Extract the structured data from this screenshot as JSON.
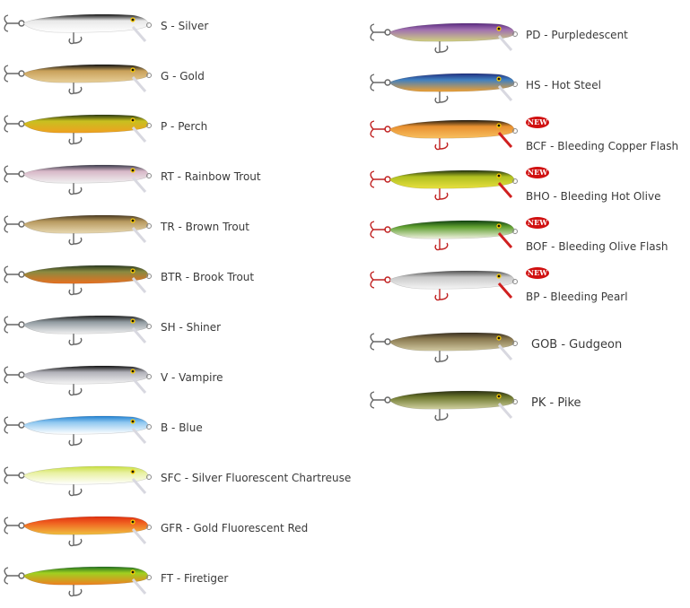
{
  "left_column": [
    {
      "label": "S - Silver",
      "back": "#111111",
      "body": "#e8e8e8",
      "belly": "#ffffff",
      "hook": "#666666"
    },
    {
      "label": "G - Gold",
      "back": "#111111",
      "body": "#c9a15a",
      "belly": "#e8cf98",
      "hook": "#666666"
    },
    {
      "label": "P - Perch",
      "back": "#2a3a10",
      "body": "#c8c020",
      "belly": "#f0a020",
      "hook": "#666666"
    },
    {
      "label": "RT - Rainbow Trout",
      "back": "#3a3a4a",
      "body": "#d8b8c8",
      "belly": "#f0f0f0",
      "hook": "#666666"
    },
    {
      "label": "TR - Brown Trout",
      "back": "#4a3a20",
      "body": "#b89a60",
      "belly": "#e8d8b0",
      "hook": "#666666"
    },
    {
      "label": "BTR - Brook Trout",
      "back": "#2a3a20",
      "body": "#8a8a40",
      "belly": "#e87020",
      "hook": "#666666"
    },
    {
      "label": "SH - Shiner",
      "back": "#222222",
      "body": "#909aa0",
      "belly": "#f0f0f0",
      "hook": "#666666"
    },
    {
      "label": "V - Vampire",
      "back": "#111111",
      "body": "#b0b0b8",
      "belly": "#f5f5f5",
      "hook": "#666666"
    },
    {
      "label": "B - Blue",
      "back": "#2080d0",
      "body": "#90c8f0",
      "belly": "#ffffff",
      "hook": "#666666"
    },
    {
      "label": "SFC - Silver Fluorescent Chartreuse",
      "back": "#c8e040",
      "body": "#e8f0a0",
      "belly": "#ffffff",
      "hook": "#666666"
    },
    {
      "label": "GFR - Gold Fluorescent Red",
      "back": "#e03010",
      "body": "#f06020",
      "belly": "#f0c040",
      "hook": "#666666"
    },
    {
      "label": "FT - Firetiger",
      "back": "#207020",
      "body": "#a0d020",
      "belly": "#f08020",
      "hook": "#666666"
    }
  ],
  "right_column": [
    {
      "label": "PD - Purpledescent",
      "back": "#5a2a80",
      "body": "#a070b0",
      "belly": "#d0d080",
      "hook": "#666666",
      "is_new": false
    },
    {
      "label": "HS - Hot Steel",
      "back": "#203080",
      "body": "#4080c0",
      "belly": "#f0a030",
      "hook": "#666666",
      "is_new": false
    },
    {
      "label": "BCF - Bleeding Copper Flash",
      "back": "#201a10",
      "body": "#e89030",
      "belly": "#f8c060",
      "hook": "#c02020",
      "is_new": true
    },
    {
      "label": "BHO - Bleeding Hot Olive",
      "back": "#203010",
      "body": "#b0c020",
      "belly": "#e8e040",
      "hook": "#c02020",
      "is_new": true
    },
    {
      "label": "BOF - Bleeding Olive Flash",
      "back": "#104010",
      "body": "#60a030",
      "belly": "#f0f0e0",
      "hook": "#c02020",
      "is_new": true
    },
    {
      "label": "BP - Bleeding Pearl",
      "back": "#505050",
      "body": "#c8c8c8",
      "belly": "#f5f5f5",
      "hook": "#c02020",
      "is_new": true
    },
    {
      "label": "GOB - Gudgeon",
      "back": "#3a3020",
      "body": "#8a7a50",
      "belly": "#d0c8a0",
      "hook": "#666666",
      "is_new": false
    },
    {
      "label": "PK - Pike",
      "back": "#2a3010",
      "body": "#707a30",
      "belly": "#d0d0a0",
      "hook": "#666666",
      "is_new": false
    }
  ],
  "new_badge_text": "NEW"
}
